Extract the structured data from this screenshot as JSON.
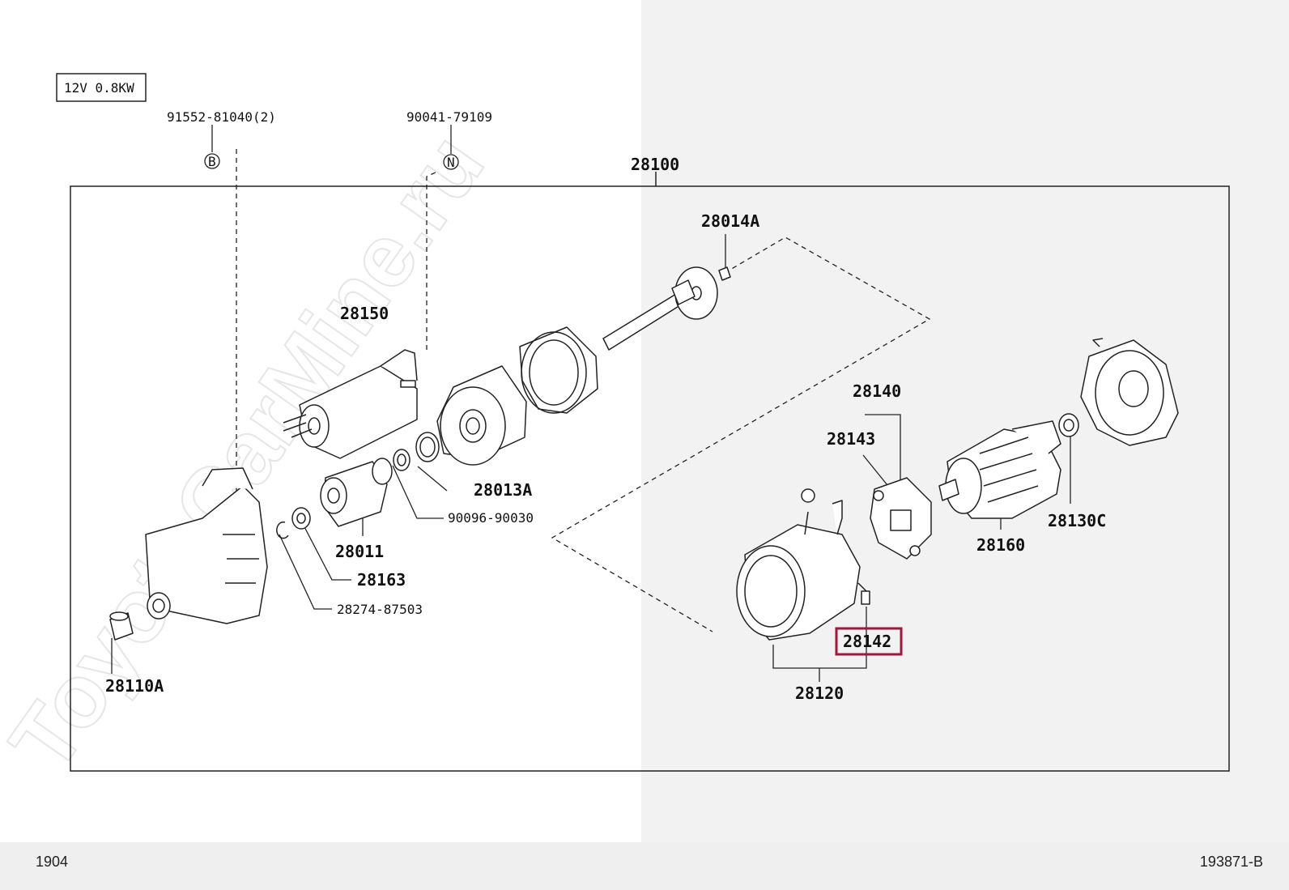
{
  "diagram": {
    "spec_label": "12V 0.8KW",
    "watermark": "ToyotaCarMine.ru",
    "highlight_color": "#9b1b3c",
    "callouts": {
      "b": "B",
      "n": "N"
    },
    "parts": {
      "p91552": "91552-81040(2)",
      "p90041": "90041-79109",
      "p28100": "28100",
      "p28014a": "28014A",
      "p28150": "28150",
      "p28140": "28140",
      "p28143": "28143",
      "p28013a": "28013A",
      "p90096": "90096-90030",
      "p28011": "28011",
      "p28163": "28163",
      "p28274": "28274-87503",
      "p28110a": "28110A",
      "p28142": "28142",
      "p28120": "28120",
      "p28160": "28160",
      "p28130c": "28130C"
    },
    "selected_part": "28142"
  },
  "footer": {
    "left": "1904",
    "right": "193871-B"
  }
}
